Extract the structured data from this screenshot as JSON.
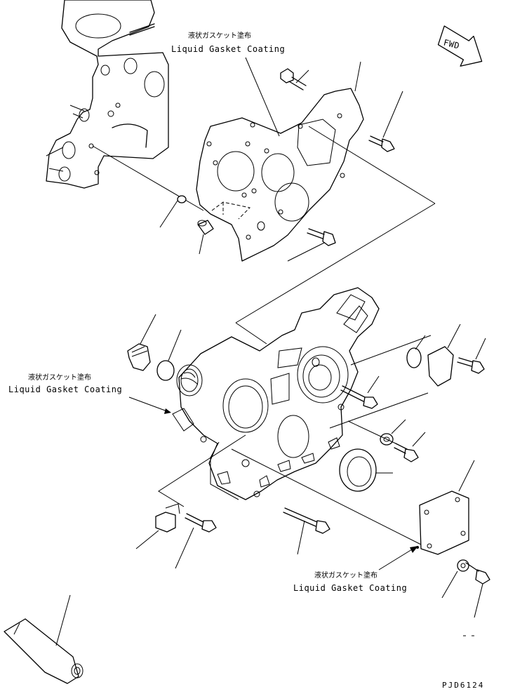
{
  "callouts": [
    {
      "jp": "液状ガスケット塗布",
      "en": "Liquid Gasket Coating"
    },
    {
      "jp": "液状ガスケット塗布",
      "en": "Liquid Gasket Coating"
    },
    {
      "jp": "液状ガスケット塗布",
      "en": "Liquid Gasket Coating"
    }
  ],
  "fwd_label": "FWD",
  "drawing_code": "PJD6124"
}
